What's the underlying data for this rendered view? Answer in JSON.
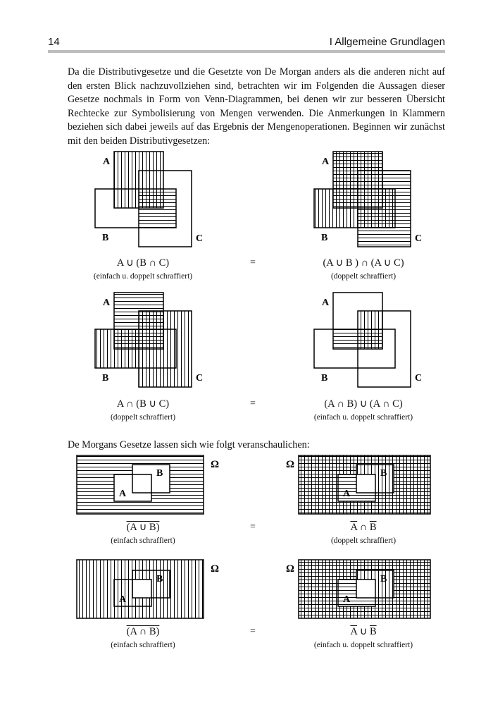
{
  "header": {
    "page_number": "14",
    "section": "I Allgemeine Grundlagen"
  },
  "intro_paragraph": "Da die Distributivgesetze und die Gesetzte von De Morgan anders als die anderen nicht auf den ersten Blick nachzuvollziehen sind, betrachten wir im Folgenden die Aussagen dieser Gesetze nochmals in Form von Venn-Diagrammen, bei denen wir zur besseren Übersicht Rechtecke zur Symbolisierung von Mengen verwenden. Die Anmerkungen in Klammern beziehen sich dabei jeweils auf das Ergebnis der Mengenoperationen. Beginnen wir zunächst mit den beiden Distributivgesetzen:",
  "demorgan_paragraph": "De Morgans Gesetze lassen sich wie folgt veranschaulichen:",
  "labels": {
    "A": "A",
    "B": "B",
    "C": "C",
    "omega": "Ω"
  },
  "equals": "=",
  "captions": {
    "d1_left": {
      "formula": "A ∪ (B ∩ C)",
      "note": "(einfach u. doppelt schraffiert)"
    },
    "d1_right": {
      "formula": "(A ∪ B ) ∩ (A ∪ C)",
      "note": "(doppelt schraffiert)"
    },
    "d2_left": {
      "formula": "A ∩ (B ∪ C)",
      "note": "(doppelt schraffiert)"
    },
    "d2_right": {
      "formula": "(A ∩ B) ∪ (A ∩ C)",
      "note": "(einfach u. doppelt schraffiert)"
    },
    "m1_left": {
      "formula": "(A ∪ B)",
      "note": "(einfach schraffiert)"
    },
    "m1_right": {
      "formula_a": "A",
      "op": "∩",
      "formula_b": "B",
      "note": "(doppelt schraffiert)"
    },
    "m2_left": {
      "formula": "(A ∩ B)",
      "note": "(einfach schraffiert)"
    },
    "m2_right": {
      "formula_a": "A",
      "op": "∪",
      "formula_b": "B",
      "note": "(einfach u. doppelt schraffiert)"
    }
  }
}
